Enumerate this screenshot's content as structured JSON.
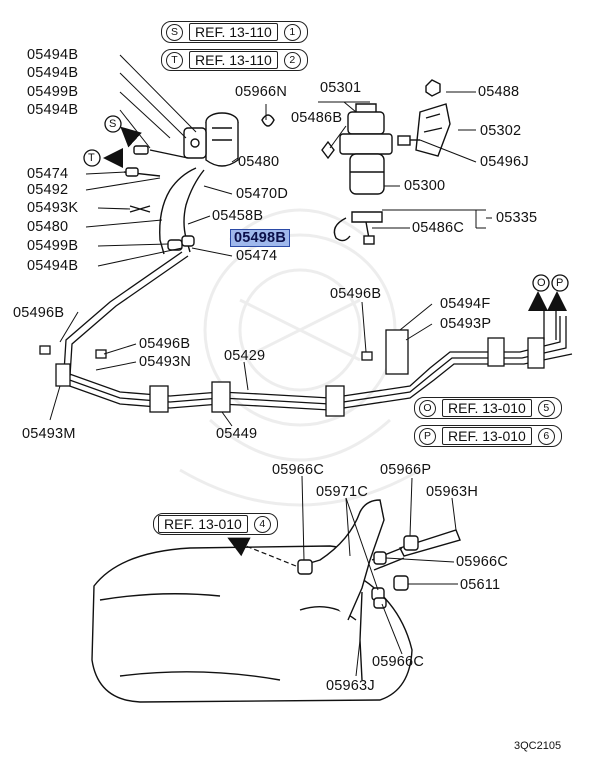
{
  "refs": {
    "s": {
      "letter": "S",
      "text": "REF. 13-110",
      "num": "1"
    },
    "t": {
      "letter": "T",
      "text": "REF. 13-110",
      "num": "2"
    },
    "o": {
      "letter": "O",
      "text": "REF. 13-010",
      "num": "5"
    },
    "p": {
      "letter": "P",
      "text": "REF. 13-010",
      "num": "6"
    },
    "r4": {
      "text": "REF. 13-010",
      "num": "4"
    }
  },
  "arrows": {
    "s": "S",
    "t": "T",
    "o": "O",
    "p": "P"
  },
  "labels": {
    "l05494b_1": "05494B",
    "l05494b_2": "05494B",
    "l05499b_1": "05499B",
    "l05494b_3": "05494B",
    "l05474_1": "05474",
    "l05492": "05492",
    "l05493k": "05493K",
    "l05480_1": "05480",
    "l05499b_2": "05499B",
    "l05494b_4": "05494B",
    "l05966n": "05966N",
    "l05301": "05301",
    "l05488": "05488",
    "l05486b": "05486B",
    "l05302": "05302",
    "l05480_2": "05480",
    "l05496j": "05496J",
    "l05470d": "05470D",
    "l05300": "05300",
    "l05458b": "05458B",
    "l05335": "05335",
    "l05498b": "05498B",
    "l05486c": "05486C",
    "l05474_2": "05474",
    "l05496b_1": "05496B",
    "l05494f": "05494F",
    "l05496b_2": "05496B",
    "l05493p": "05493P",
    "l05496b_3": "05496B",
    "l05493n": "05493N",
    "l05429": "05429",
    "l05493m": "05493M",
    "l05449": "05449",
    "l05966c_1": "05966C",
    "l05966p": "05966P",
    "l05971c": "05971C",
    "l05963h": "05963H",
    "l05966c_2": "05966C",
    "l05611": "05611",
    "l05966c_3": "05966C",
    "l05963j": "05963J"
  },
  "footer": "3QC2105"
}
